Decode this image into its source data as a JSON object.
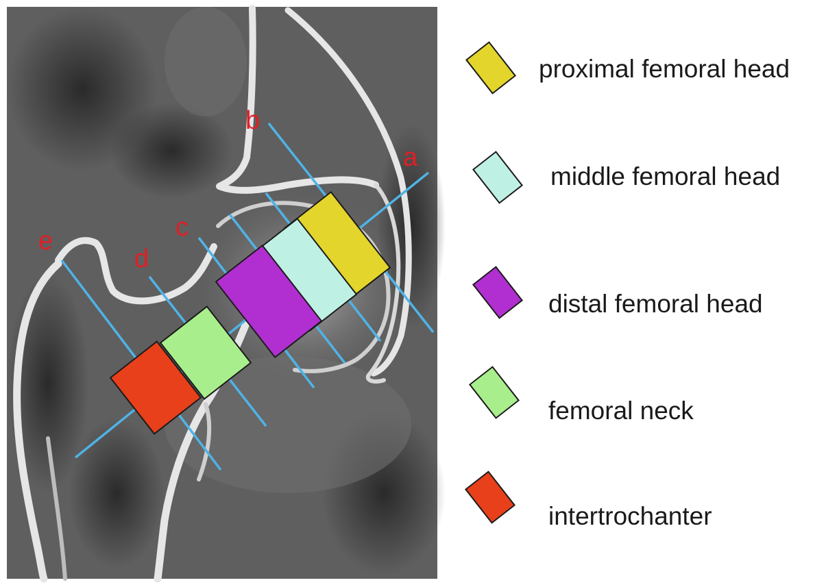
{
  "lines": [
    {
      "id": "a",
      "label": "a"
    },
    {
      "id": "b",
      "label": "b"
    },
    {
      "id": "c",
      "label": "c"
    },
    {
      "id": "d",
      "label": "d"
    },
    {
      "id": "e",
      "label": "e"
    }
  ],
  "regions": [
    {
      "id": "proximal-femoral-head",
      "label": "proximal femoral head",
      "color": "#e3d52c"
    },
    {
      "id": "middle-femoral-head",
      "label": "middle femoral head",
      "color": "#bff0e4"
    },
    {
      "id": "distal-femoral-head",
      "label": "distal femoral head",
      "color": "#b12fd1"
    },
    {
      "id": "femoral-neck",
      "label": "femoral neck",
      "color": "#a9ee8c"
    },
    {
      "id": "intertrochanter",
      "label": "intertrochanter",
      "color": "#e8401a"
    }
  ],
  "colors": {
    "line_color": "#4fb3e6",
    "line_label_color": "#e01f26",
    "background": "#ffffff"
  }
}
